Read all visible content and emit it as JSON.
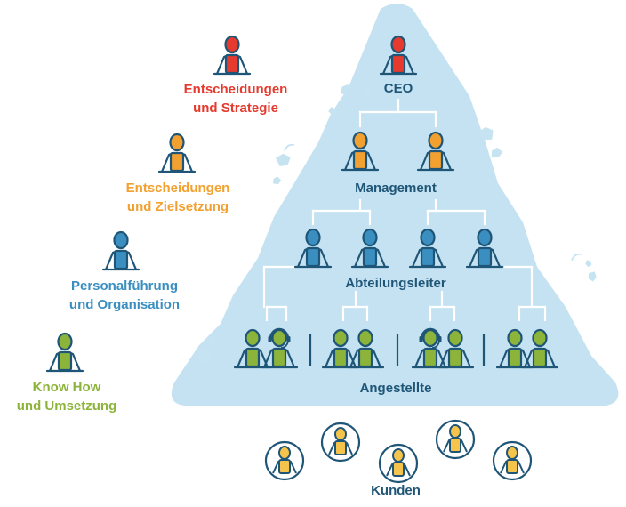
{
  "colors": {
    "red": "#e63a2e",
    "orange": "#f2a030",
    "blue": "#3a8fc0",
    "green": "#8cb43a",
    "yellow": "#f5c44c",
    "dark": "#1f5577",
    "pyramid": "#c4e2f1",
    "blob": "#c6e3f2",
    "white": "#ffffff"
  },
  "legend": {
    "strategy": {
      "line1": "Entscheidungen",
      "line2": "und Strategie",
      "color_key": "red"
    },
    "goals": {
      "line1": "Entscheidungen",
      "line2": "und Zielsetzung",
      "color_key": "orange"
    },
    "leadership": {
      "line1": "Personalführung",
      "line2": "und Organisation",
      "color_key": "blue"
    },
    "knowhow": {
      "line1": "Know How",
      "line2": "und Umsetzung",
      "color_key": "green"
    }
  },
  "levels": {
    "ceo": {
      "label": "CEO",
      "color_key": "red",
      "people": 1
    },
    "management": {
      "label": "Management",
      "color_key": "orange",
      "people": 2
    },
    "department_heads": {
      "label": "Abteilungsleiter",
      "color_key": "blue",
      "people": 4
    },
    "employees": {
      "label": "Angestellte",
      "color_key": "green",
      "people": 8
    },
    "customers": {
      "label": "Kunden",
      "color_key": "yellow",
      "people": 5
    }
  }
}
